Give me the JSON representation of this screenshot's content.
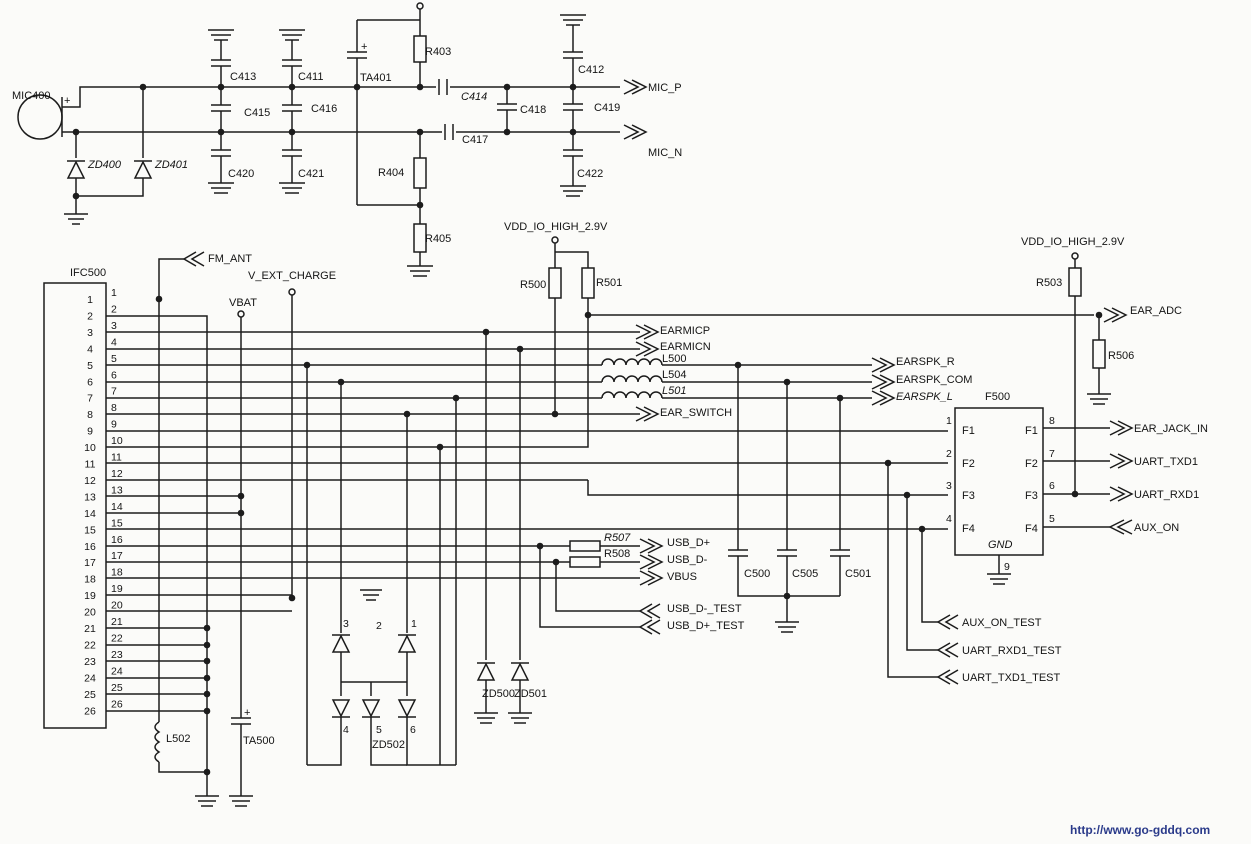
{
  "watermark_url": "http://www.go-gddq.com",
  "mic_section": {
    "mic": "MIC400",
    "plus": "+",
    "diodes": [
      "ZD400",
      "ZD401"
    ],
    "caps_left": [
      "C413",
      "C411",
      "C415",
      "C416",
      "C420",
      "C421"
    ],
    "tant": "TA401",
    "resistors": [
      "R403",
      "R404",
      "R405"
    ],
    "caps_right": [
      "C414",
      "C417",
      "C418",
      "C412",
      "C419",
      "C422"
    ],
    "outputs": [
      "MIC_P",
      "MIC_N"
    ]
  },
  "connector": {
    "name": "IFC500",
    "pins": [
      "1",
      "2",
      "3",
      "4",
      "5",
      "6",
      "7",
      "8",
      "9",
      "10",
      "11",
      "12",
      "13",
      "14",
      "15",
      "16",
      "17",
      "18",
      "19",
      "20",
      "21",
      "22",
      "23",
      "24",
      "25",
      "26"
    ]
  },
  "power_labels": {
    "fm_ant": "FM_ANT",
    "v_ext_charge": "V_EXT_CHARGE",
    "vbat": "VBAT",
    "vdd_a": "VDD_IO_HIGH_2.9V",
    "vdd_b": "VDD_IO_HIGH_2.9V"
  },
  "resistors": {
    "r500": "R500",
    "r501": "R501",
    "r503": "R503",
    "r506": "R506",
    "r507": "R507",
    "r508": "R508"
  },
  "signals": {
    "ear_adc": "EAR_ADC",
    "earmicp": "EARMICP",
    "earmicn": "EARMICN",
    "earspk_r": "EARSPK_R",
    "earspk_com": "EARSPK_COM",
    "earspk_l": "EARSPK_L",
    "ear_switch": "EAR_SWITCH",
    "usb_dp": "USB_D+",
    "usb_dm": "USB_D-",
    "vbus": "VBUS",
    "usb_dm_test": "USB_D-_TEST",
    "usb_dp_test": "USB_D+_TEST",
    "aux_on_test": "AUX_ON_TEST",
    "uart_rxd1_test": "UART_RXD1_TEST",
    "uart_txd1_test": "UART_TXD1_TEST"
  },
  "inductors": {
    "l500": "L500",
    "l504": "L504",
    "l501": "L501",
    "l502": "L502"
  },
  "caps": {
    "c500": "C500",
    "c505": "C505",
    "c501": "C501",
    "ta500": "TA500",
    "ta500_plus": "+"
  },
  "diodes": {
    "zd500": "ZD500",
    "zd501": "ZD501",
    "zd502": "ZD502",
    "zd502_pins": [
      "3",
      "2",
      "1",
      "4",
      "5",
      "6"
    ]
  },
  "filter": {
    "name": "F500",
    "left_pins": [
      "1",
      "2",
      "3",
      "4"
    ],
    "left_labels": [
      "F1",
      "F2",
      "F3",
      "F4"
    ],
    "right_pins": [
      "8",
      "7",
      "6",
      "5"
    ],
    "right_labels": [
      "F1",
      "F2",
      "F3",
      "F4"
    ],
    "gnd": "GND",
    "gnd_pin": "9",
    "outputs": [
      "EAR_JACK_IN",
      "UART_TXD1",
      "UART_RXD1",
      "AUX_ON"
    ]
  }
}
